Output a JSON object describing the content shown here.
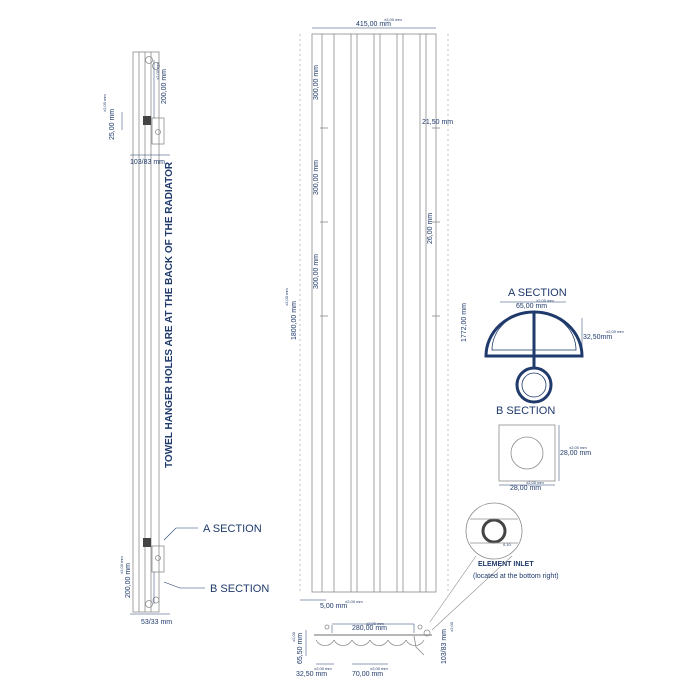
{
  "colors": {
    "ink": "#1f3a6b",
    "line": "#8c8c8c",
    "dark": "#444444"
  },
  "labels": {
    "towel_note": "TOWEL HANGER HOLES ARE AT THE BACK OF THE RADIATOR",
    "a_section": "A SECTION",
    "b_section": "B SECTION",
    "a_section_detail": "A SECTION",
    "b_section_detail": "B SECTION",
    "element_inlet": "ELEMENT INLET",
    "element_inlet_sub": "(located at the bottom right)",
    "inlet_tag": "0,10"
  },
  "dimensions": {
    "side_top_200": "200,00 mm",
    "side_top_tol": "±2,00 mm",
    "side_25": "25,00 mm",
    "side_25_tol": "±2,00 mm",
    "side_10383": "103/83 mm",
    "side_bottom_200": "200,00 mm",
    "side_bottom_tol": "±2,00 mm",
    "side_5333": "53/33 mm",
    "front_width": "415,00 mm",
    "front_width_tol": "±2,00 mm",
    "front_300_a": "300,00 mm",
    "front_300_b": "300,00 mm",
    "front_300_c": "300,00 mm",
    "front_height": "1800,00 mm",
    "front_height_tol": "±2,00 mm",
    "front_2150": "21,50 mm",
    "front_2600": "26,00 mm",
    "front_1772": "1772,00 mm",
    "front_500": "5,00 mm",
    "front_500_tol": "±2,00 mm",
    "a_65": "65,00 mm",
    "a_65_tol": "±2,00 mm",
    "a_3250": "32,50mm",
    "a_3250_tol": "±2,00 mm",
    "b_28_h": "28,00 mm",
    "b_28_h_tol": "±2,00 mm",
    "b_28_w": "28,00 mm",
    "b_28_w_tol": "±2,00 mm",
    "bottom_280": "280,00 mm",
    "bottom_280_tol": "±2,00 mm",
    "bottom_6550": "65,50 mm",
    "bottom_6550_tol": "±2,00",
    "bottom_3250": "32,50 mm",
    "bottom_3250_tol": "±2,00 mm",
    "bottom_70": "70,00 mm",
    "bottom_70_tol": "±2,00 mm",
    "bottom_10383": "103/83 mm",
    "bottom_10383_tol": "±2,00"
  }
}
